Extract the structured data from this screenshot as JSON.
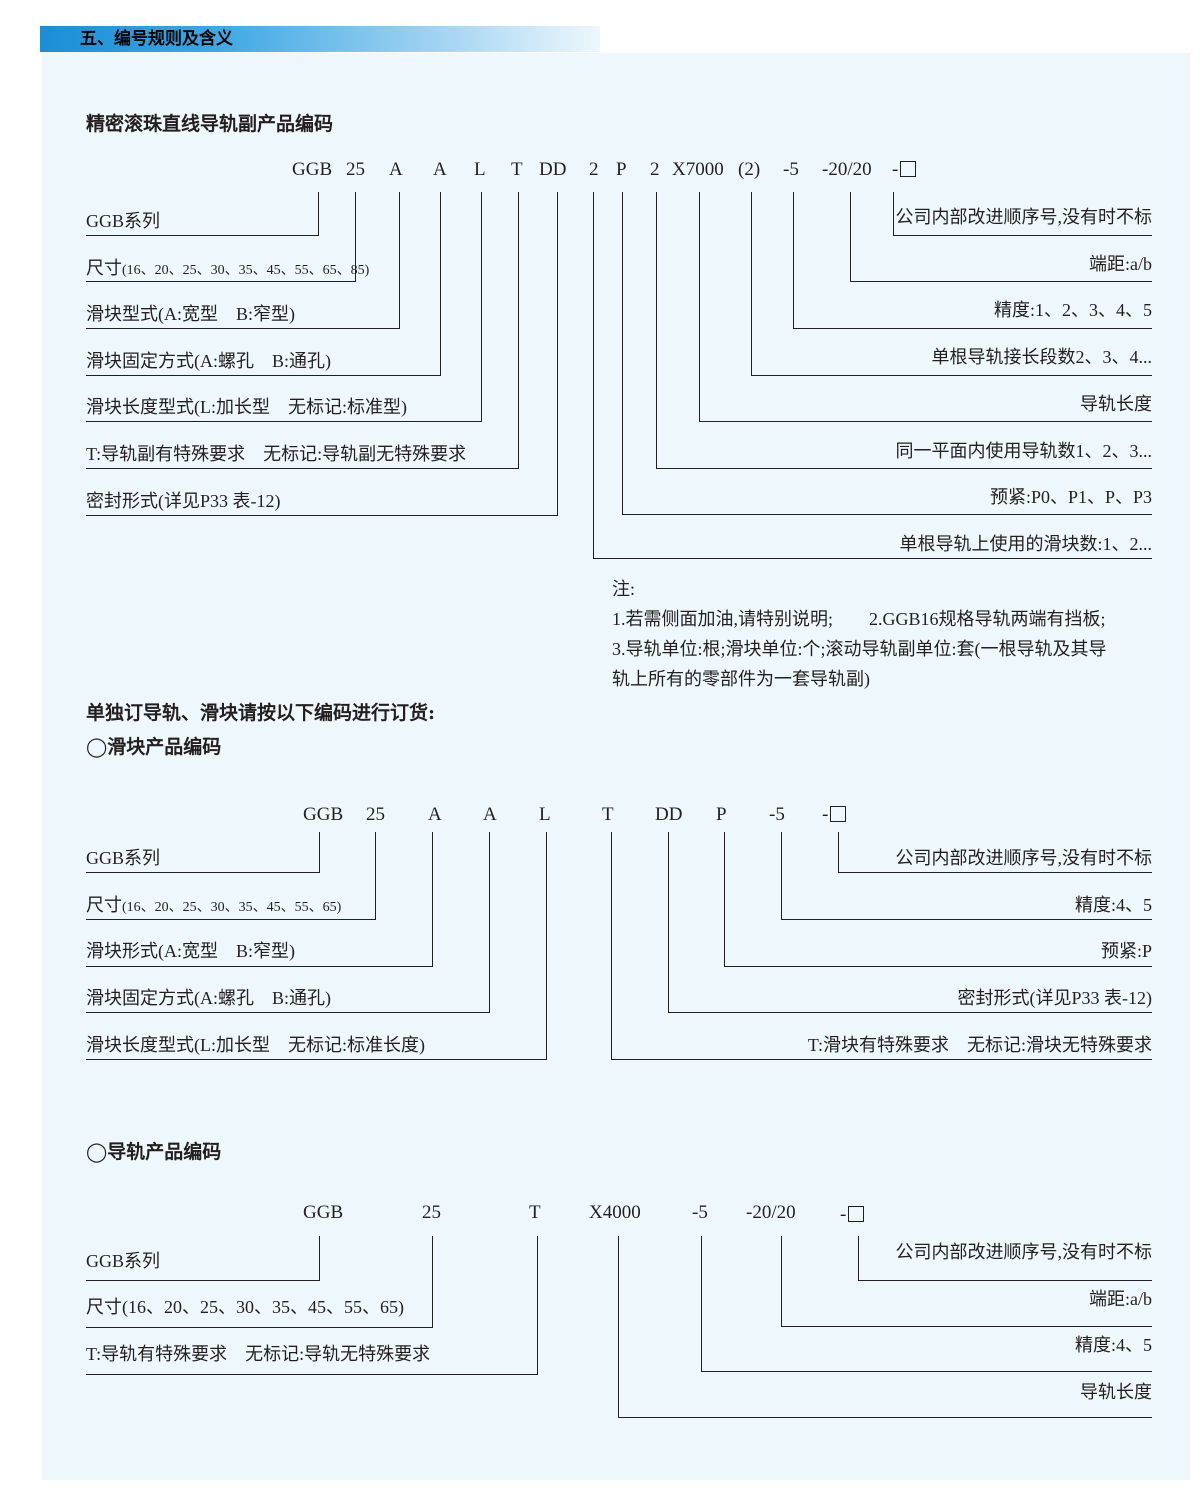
{
  "header": {
    "title": "五、编号规则及含义"
  },
  "section1": {
    "title": "精密滚珠直线导轨副产品编码",
    "codes": [
      "GGB",
      "25",
      "A",
      "A",
      "L",
      "T",
      "DD",
      "2",
      "P",
      "2",
      "X7000",
      "(2)",
      "-5",
      "-20/20",
      "-"
    ],
    "left_labels": [
      "GGB系列",
      "尺寸",
      "(16、20、25、30、35、45、55、65、85)",
      "滑块型式(A:宽型　B:窄型)",
      "滑块固定方式(A:螺孔　B:通孔)",
      "滑块长度型式(L:加长型　无标记:标准型)",
      "T:导轨副有特殊要求　无标记:导轨副无特殊要求",
      "密封形式(详见P33 表-12)"
    ],
    "right_labels": [
      "公司内部改进顺序号,没有时不标",
      "端距:a/b",
      "精度:1、2、3、4、5",
      "单根导轨接长段数2、3、4...",
      "导轨长度",
      "同一平面内使用导轨数1、2、3...",
      "预紧:P0、P1、P、P3",
      "单根导轨上使用的滑块数:1、2..."
    ]
  },
  "notes": {
    "heading": "注:",
    "line1": "1.若需侧面加油,请特别说明;　　2.GGB16规格导轨两端有挡板;",
    "line2": "3.导轨单位:根;滑块单位:个;滚动导轨副单位:套(一根导轨及其导",
    "line3": "轨上所有的零部件为一套导轨副)"
  },
  "order_note": "单独订导轨、滑块请按以下编码进行订货:",
  "section2": {
    "title": "◯滑块产品编码",
    "codes": [
      "GGB",
      "25",
      "A",
      "A",
      "L",
      "T",
      "DD",
      "P",
      "-5",
      "-"
    ],
    "left_labels": [
      "GGB系列",
      "尺寸",
      "(16、20、25、30、35、45、55、65)",
      "滑块形式(A:宽型　B:窄型)",
      "滑块固定方式(A:螺孔　B:通孔)",
      "滑块长度型式(L:加长型　无标记:标准长度)"
    ],
    "right_labels": [
      "公司内部改进顺序号,没有时不标",
      "精度:4、5",
      "预紧:P",
      "密封形式(详见P33 表-12)",
      "T:滑块有特殊要求　无标记:滑块无特殊要求"
    ]
  },
  "section3": {
    "title": "◯导轨产品编码",
    "codes": [
      "GGB",
      "25",
      "T",
      "X4000",
      "-5",
      "-20/20",
      "-"
    ],
    "left_labels": [
      "GGB系列",
      "尺寸(16、20、25、30、35、45、55、65)",
      "T:导轨有特殊要求　无标记:导轨无特殊要求"
    ],
    "right_labels": [
      "公司内部改进顺序号,没有时不标",
      "端距:a/b",
      "精度:4、5",
      "导轨长度"
    ]
  }
}
